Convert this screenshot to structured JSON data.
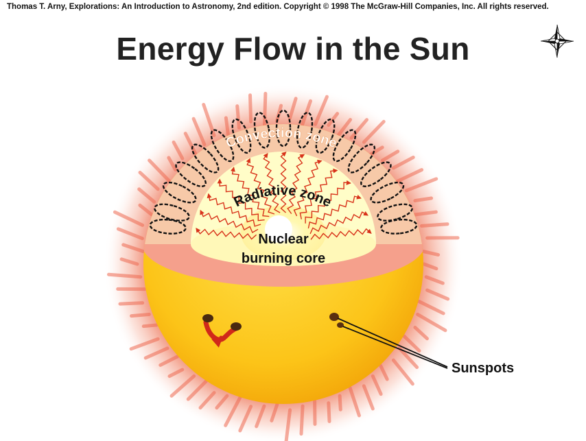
{
  "header": {
    "credit": "Thomas T. Arny, Explorations: An Introduction to Astronomy, 2nd edition. Copyright © 1998 The McGraw-Hill Companies, Inc. All rights reserved.",
    "title": "Energy Flow in the Sun"
  },
  "icons": {
    "compass": "compass-rose-icon"
  },
  "labels": {
    "convection": "Convection zone",
    "radiative": "Radiative zone",
    "core_line1": "Nuclear",
    "core_line2": "burning core",
    "sunspots": "Sunspots"
  },
  "colors": {
    "corona": "#f4a090",
    "photosphere": "#fcc81c",
    "convection": "#f7c9a8",
    "radiative": "#fffdc8",
    "band": "#f5a08c",
    "arrows": "#d8321a"
  }
}
